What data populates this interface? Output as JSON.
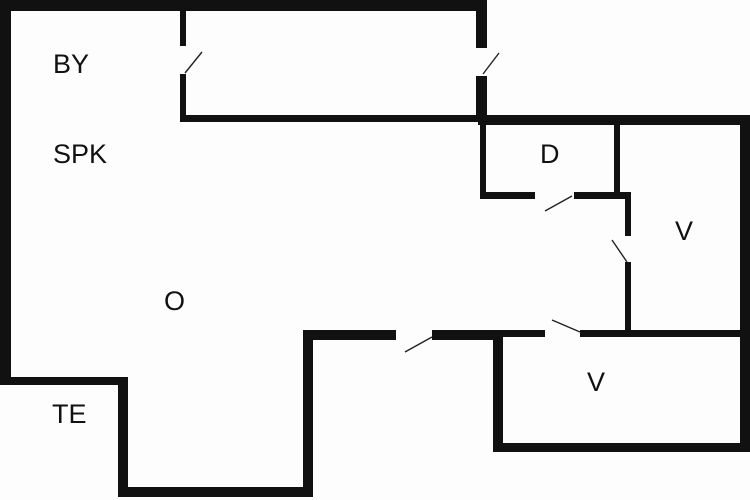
{
  "rooms": [
    {
      "id": "by",
      "label": "BY"
    },
    {
      "id": "spk",
      "label": "SPK"
    },
    {
      "id": "d",
      "label": "D"
    },
    {
      "id": "v1",
      "label": "V"
    },
    {
      "id": "o",
      "label": "O"
    },
    {
      "id": "v2",
      "label": "V"
    },
    {
      "id": "te",
      "label": "TE"
    }
  ],
  "colors": {
    "wall": "#111111",
    "background": "#fdfdfd"
  }
}
